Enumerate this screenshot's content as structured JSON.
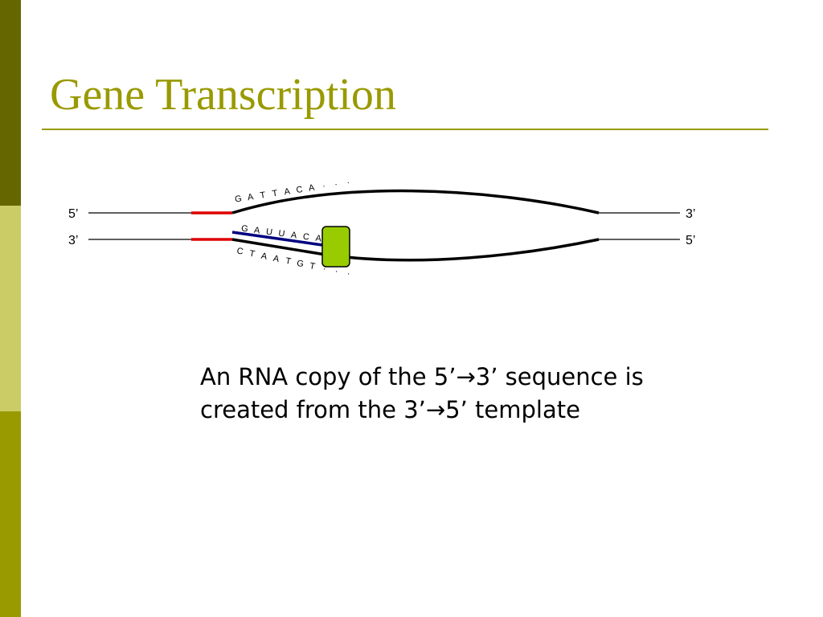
{
  "slide": {
    "title": "Gene Transcription",
    "caption_line1": "An RNA copy of the 5’→3’ sequence is",
    "caption_line2": "created from the 3’→5’ template"
  },
  "diagram": {
    "left_top_end": "5’",
    "left_bottom_end": "3’",
    "right_top_end": "3’",
    "right_bottom_end": "5’",
    "coding_strand_seq": [
      "G",
      "A",
      "T",
      "T",
      "A",
      "C",
      "A",
      "·",
      "·",
      "·"
    ],
    "rna_seq": [
      "G",
      "A",
      "U",
      "U",
      "A",
      "C",
      "A"
    ],
    "template_strand_seq": [
      "C",
      "T",
      "A",
      "A",
      "T",
      "G",
      "T",
      "·",
      "·",
      "·"
    ],
    "colors": {
      "dna_strand": "#000000",
      "primer": "#dd0000",
      "rna_strand": "#000080",
      "polymerase": "#99cc00",
      "accent": "#999900"
    }
  }
}
